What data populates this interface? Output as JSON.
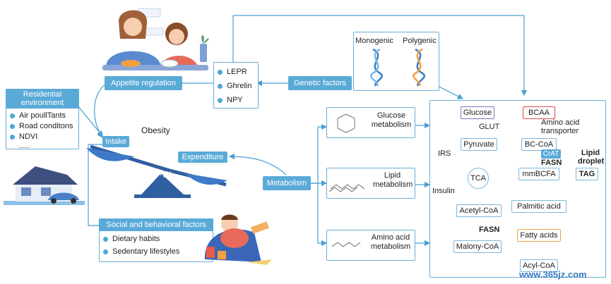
{
  "residential": {
    "title": "Residential environment",
    "items": [
      "Air poullTants",
      "Road conditons",
      "NDVI"
    ],
    "more": "......"
  },
  "appetite": {
    "label": "Appetite regulation",
    "items": [
      "LEPR",
      "Ghrelin",
      "NPY"
    ]
  },
  "genetic": {
    "label": "Genetic factors",
    "monogenic": "Monogenic",
    "polygenic": "Polygenic"
  },
  "balance": {
    "obesity": "Obesity",
    "intake": "Intake",
    "energy": "Energy",
    "expenditure": "Expenditure"
  },
  "social": {
    "title": "Social and behavioral factors",
    "items": [
      "Dietary habits",
      "Sedentary lifestyles"
    ]
  },
  "metabolism": {
    "label": "Metabolism",
    "glucose": "Glucose metabolism",
    "lipid": "Lipid metabolism",
    "amino": "Amino acid metabolism"
  },
  "pathway": {
    "glucose": "Glucose",
    "glut": "GLUT",
    "pyruvate": "Pyruvate",
    "tca": "TCA",
    "acetyl": "Acetyl-CoA",
    "fasn1": "FASN",
    "malony": "Malony-CoA",
    "irs": "IRS",
    "insulin": "Insulin",
    "bcaa": "BCAA",
    "transporter": "Amino acid transporter",
    "bccoa": "BC-CoA",
    "crat": "CrAT",
    "fasn2": "FASN",
    "mmbcfa": "mmBCFA",
    "palmitic": "Palmitic acid",
    "fatty": "Fatty acids",
    "acyl": "Acyl-CoA",
    "lipid_droplet": "Lipid droplet",
    "tag": "TAG"
  },
  "watermark": "www.365jz.com",
  "colors": {
    "accent": "#5aaad8",
    "line": "#4a9fd0",
    "glucose_border": "#8a6fb8",
    "bcaa_border": "#d05050",
    "fatty_border": "#f0a040"
  }
}
